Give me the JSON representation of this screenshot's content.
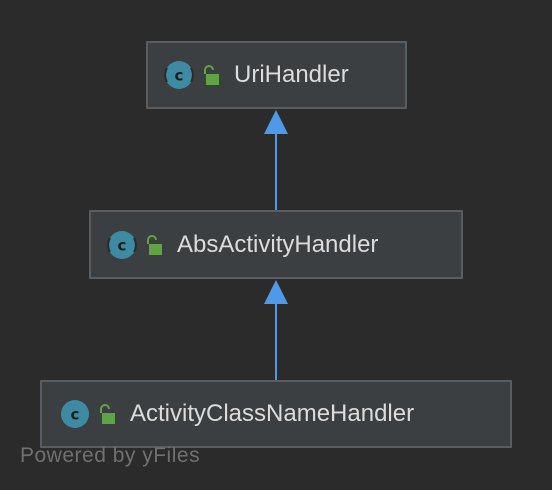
{
  "nodes": [
    {
      "label": "UriHandler",
      "icon": "class-icon",
      "visibility_icon": "unlocked-icon",
      "abstract": true
    },
    {
      "label": "AbsActivityHandler",
      "icon": "class-icon",
      "visibility_icon": "unlocked-icon",
      "abstract": true
    },
    {
      "label": "ActivityClassNameHandler",
      "icon": "class-icon",
      "visibility_icon": "unlocked-icon",
      "abstract": false
    }
  ],
  "edges": [
    {
      "from": "AbsActivityHandler",
      "to": "UriHandler",
      "type": "extends"
    },
    {
      "from": "ActivityClassNameHandler",
      "to": "AbsActivityHandler",
      "type": "extends"
    }
  ],
  "watermark": "Powered by yFiles",
  "colors": {
    "background": "#2b2b2b",
    "node_fill": "#3c3f41",
    "node_border": "#5a5d60",
    "edge": "#4e9ae8",
    "class_icon": "#3f8aa3",
    "lock": "#5fa345",
    "text": "#dcdcdc"
  }
}
